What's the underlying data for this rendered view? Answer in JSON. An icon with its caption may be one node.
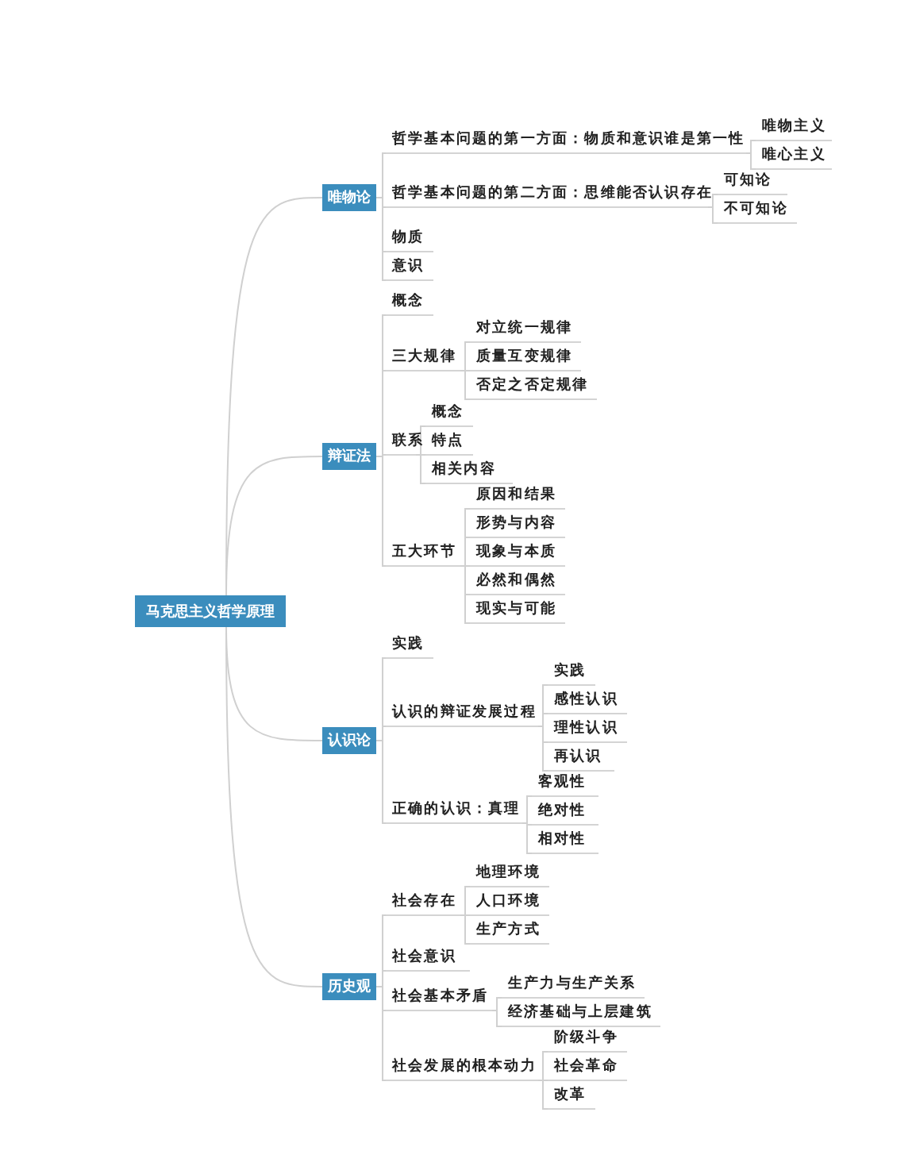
{
  "diagram": {
    "nodes": [
      {
        "text": [
          "马克思主义哲学原理"
        ]
      },
      {
        "text": [
          "唯物论"
        ]
      },
      {
        "text": [
          "哲学基本问题的第一方面：物质和意识谁是第一性"
        ]
      },
      {
        "text": [
          "唯物主义"
        ]
      },
      {
        "text": [
          "唯心主义"
        ]
      },
      {
        "text": [
          "哲学基本问题的第二方面：思维能否认识存在"
        ]
      },
      {
        "text": [
          "可知论"
        ]
      },
      {
        "text": [
          "不可知论"
        ]
      },
      {
        "text": [
          "物质"
        ]
      },
      {
        "text": [
          "意识"
        ]
      },
      {
        "text": [
          "辩证法"
        ]
      },
      {
        "text": [
          "概念"
        ]
      },
      {
        "text": [
          "三大规律"
        ]
      },
      {
        "text": [
          "对立统一规律"
        ]
      },
      {
        "text": [
          "质量互变规律"
        ]
      },
      {
        "text": [
          "否定之否定规律"
        ]
      },
      {
        "text": [
          "联系"
        ]
      },
      {
        "text": [
          "概念"
        ]
      },
      {
        "text": [
          "特点"
        ]
      },
      {
        "text": [
          "相关内容"
        ]
      },
      {
        "text": [
          "五大环节"
        ]
      },
      {
        "text": [
          "原因和结果"
        ]
      },
      {
        "text": [
          "形势与内容"
        ]
      },
      {
        "text": [
          "现象与本质"
        ]
      },
      {
        "text": [
          "必然和偶然"
        ]
      },
      {
        "text": [
          "现实与可能"
        ]
      },
      {
        "text": [
          "认识论"
        ]
      },
      {
        "text": [
          "实践"
        ]
      },
      {
        "text": [
          "认识的辩证发展过程"
        ]
      },
      {
        "text": [
          "实践"
        ]
      },
      {
        "text": [
          "感性认识"
        ]
      },
      {
        "text": [
          "理性认识"
        ]
      },
      {
        "text": [
          "再认识"
        ]
      },
      {
        "text": [
          "正确的认识：真理"
        ]
      },
      {
        "text": [
          "客观性"
        ]
      },
      {
        "text": [
          "绝对性"
        ]
      },
      {
        "text": [
          "相对性"
        ]
      },
      {
        "text": [
          "历史观"
        ]
      },
      {
        "text": [
          "社会存在"
        ]
      },
      {
        "text": [
          "地理环境"
        ]
      },
      {
        "text": [
          "人口环境"
        ]
      },
      {
        "text": [
          "生产方式"
        ]
      },
      {
        "text": [
          "社会意识"
        ]
      },
      {
        "text": [
          "社会基本矛盾"
        ]
      },
      {
        "text": [
          "生产力与生产关系"
        ]
      },
      {
        "text": [
          "经济基础与上层建筑"
        ]
      },
      {
        "text": [
          "社会发展的根本动力"
        ]
      },
      {
        "text": [
          "阶级斗争"
        ]
      },
      {
        "text": [
          "社会革命"
        ]
      },
      {
        "text": [
          "改革"
        ]
      }
    ],
    "edges": [
      {
        "from": 0,
        "to": 1,
        "arrow": "none"
      },
      {
        "from": 1,
        "to": 2,
        "arrow": "none"
      },
      {
        "from": 2,
        "to": 3,
        "arrow": "none"
      },
      {
        "from": 2,
        "to": 4,
        "arrow": "none"
      },
      {
        "from": 1,
        "to": 5,
        "arrow": "none"
      },
      {
        "from": 5,
        "to": 6,
        "arrow": "none"
      },
      {
        "from": 5,
        "to": 7,
        "arrow": "none"
      },
      {
        "from": 1,
        "to": 8,
        "arrow": "none"
      },
      {
        "from": 1,
        "to": 9,
        "arrow": "none"
      },
      {
        "from": 0,
        "to": 10,
        "arrow": "none"
      },
      {
        "from": 10,
        "to": 11,
        "arrow": "none"
      },
      {
        "from": 10,
        "to": 12,
        "arrow": "none"
      },
      {
        "from": 12,
        "to": 13,
        "arrow": "none"
      },
      {
        "from": 12,
        "to": 14,
        "arrow": "none"
      },
      {
        "from": 12,
        "to": 15,
        "arrow": "none"
      },
      {
        "from": 10,
        "to": 16,
        "arrow": "none"
      },
      {
        "from": 16,
        "to": 17,
        "arrow": "none"
      },
      {
        "from": 16,
        "to": 18,
        "arrow": "none"
      },
      {
        "from": 16,
        "to": 19,
        "arrow": "none"
      },
      {
        "from": 10,
        "to": 20,
        "arrow": "none"
      },
      {
        "from": 20,
        "to": 21,
        "arrow": "none"
      },
      {
        "from": 20,
        "to": 22,
        "arrow": "none"
      },
      {
        "from": 20,
        "to": 23,
        "arrow": "none"
      },
      {
        "from": 20,
        "to": 24,
        "arrow": "none"
      },
      {
        "from": 20,
        "to": 25,
        "arrow": "none"
      },
      {
        "from": 0,
        "to": 26,
        "arrow": "none"
      },
      {
        "from": 26,
        "to": 27,
        "arrow": "none"
      },
      {
        "from": 26,
        "to": 28,
        "arrow": "none"
      },
      {
        "from": 28,
        "to": 29,
        "arrow": "none"
      },
      {
        "from": 28,
        "to": 30,
        "arrow": "none"
      },
      {
        "from": 28,
        "to": 31,
        "arrow": "none"
      },
      {
        "from": 28,
        "to": 32,
        "arrow": "none"
      },
      {
        "from": 26,
        "to": 33,
        "arrow": "none"
      },
      {
        "from": 33,
        "to": 34,
        "arrow": "none"
      },
      {
        "from": 33,
        "to": 35,
        "arrow": "none"
      },
      {
        "from": 33,
        "to": 36,
        "arrow": "none"
      },
      {
        "from": 0,
        "to": 37,
        "arrow": "none"
      },
      {
        "from": 37,
        "to": 38,
        "arrow": "none"
      },
      {
        "from": 38,
        "to": 39,
        "arrow": "none"
      },
      {
        "from": 38,
        "to": 40,
        "arrow": "none"
      },
      {
        "from": 38,
        "to": 41,
        "arrow": "none"
      },
      {
        "from": 37,
        "to": 42,
        "arrow": "none"
      },
      {
        "from": 37,
        "to": 43,
        "arrow": "none"
      },
      {
        "from": 43,
        "to": 44,
        "arrow": "none"
      },
      {
        "from": 43,
        "to": 45,
        "arrow": "none"
      },
      {
        "from": 37,
        "to": 46,
        "arrow": "none"
      },
      {
        "from": 46,
        "to": 47,
        "arrow": "none"
      },
      {
        "from": 46,
        "to": 48,
        "arrow": "none"
      },
      {
        "from": 46,
        "to": 49,
        "arrow": "none"
      }
    ]
  }
}
